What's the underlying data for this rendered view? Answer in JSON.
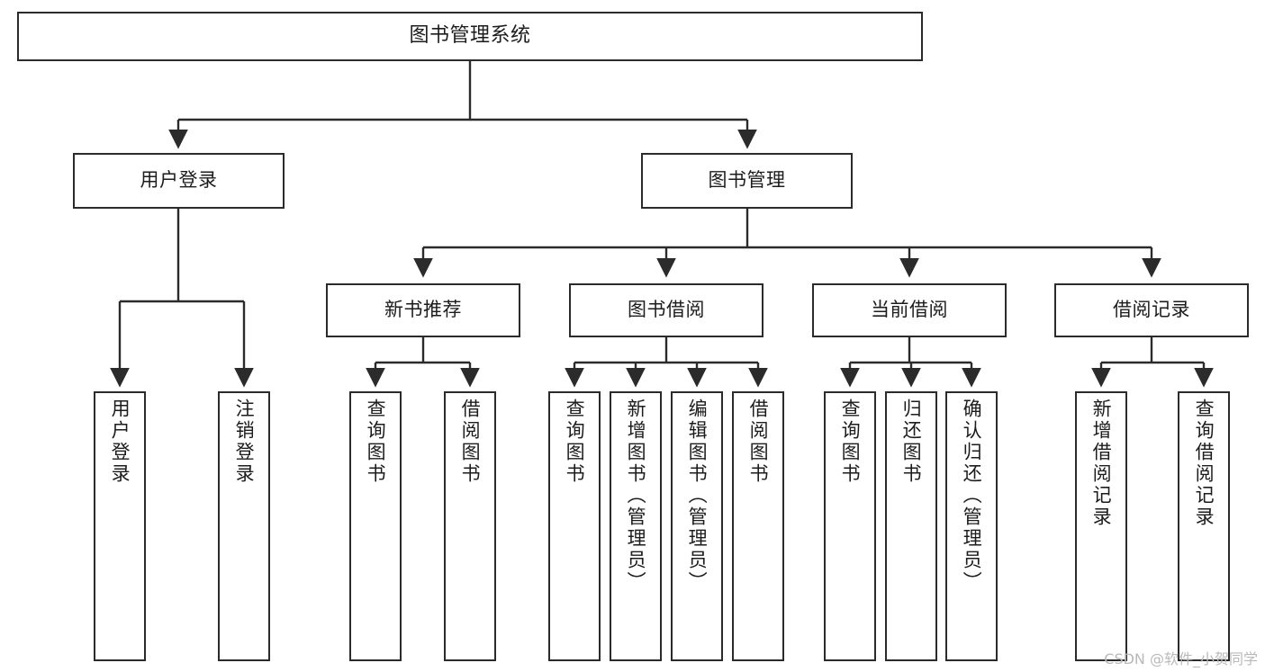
{
  "diagram": {
    "title": "图书管理系统",
    "watermark": "CSDN @软件_小贺同学",
    "colors": {
      "box_border": "#2b2b2b",
      "box_fill": "#ffffff",
      "connector": "#2b2b2b",
      "text": "#1c1c1c",
      "watermark": "#b9b9b9",
      "background": "#ffffff"
    },
    "levels": {
      "level1": "系统",
      "level2": "模块",
      "level3": "子模块",
      "level4": "功能"
    },
    "nodes": {
      "root": {
        "label": "图书管理系统",
        "level": 1,
        "orientation": "horizontal"
      },
      "user_login": {
        "label": "用户登录",
        "level": 2,
        "orientation": "horizontal"
      },
      "book_manage": {
        "label": "图书管理",
        "level": 2,
        "orientation": "horizontal"
      },
      "new_book_rec": {
        "label": "新书推荐",
        "level": 3,
        "orientation": "horizontal"
      },
      "book_borrow": {
        "label": "图书借阅",
        "level": 3,
        "orientation": "horizontal"
      },
      "current_borrow": {
        "label": "当前借阅",
        "level": 3,
        "orientation": "horizontal"
      },
      "borrow_record": {
        "label": "借阅记录",
        "level": 3,
        "orientation": "horizontal"
      },
      "leaf_user_login": {
        "label": "用户登录",
        "level": 4,
        "orientation": "vertical"
      },
      "leaf_logout": {
        "label": "注销登录",
        "level": 4,
        "orientation": "vertical"
      },
      "leaf_query_book_rec": {
        "label": "查询图书",
        "level": 4,
        "orientation": "vertical"
      },
      "leaf_borrow_book_rec": {
        "label": "借阅图书",
        "level": 4,
        "orientation": "vertical"
      },
      "leaf_query_book_borrow": {
        "label": "查询图书",
        "level": 4,
        "orientation": "vertical"
      },
      "leaf_add_book": {
        "label": "新增图书（管理员）",
        "level": 4,
        "orientation": "vertical"
      },
      "leaf_edit_book": {
        "label": "编辑图书（管理员）",
        "level": 4,
        "orientation": "vertical"
      },
      "leaf_borrow_book": {
        "label": "借阅图书",
        "level": 4,
        "orientation": "vertical"
      },
      "leaf_query_book_cur": {
        "label": "查询图书",
        "level": 4,
        "orientation": "vertical"
      },
      "leaf_return_book": {
        "label": "归还图书",
        "level": 4,
        "orientation": "vertical"
      },
      "leaf_confirm_return": {
        "label": "确认归还（管理员）",
        "level": 4,
        "orientation": "vertical"
      },
      "leaf_add_record": {
        "label": "新增借阅记录",
        "level": 4,
        "orientation": "vertical"
      },
      "leaf_query_record": {
        "label": "查询借阅记录",
        "level": 4,
        "orientation": "vertical"
      }
    },
    "edges": [
      {
        "from": "root",
        "to": "user_login"
      },
      {
        "from": "root",
        "to": "book_manage"
      },
      {
        "from": "user_login",
        "to": "leaf_user_login"
      },
      {
        "from": "user_login",
        "to": "leaf_logout"
      },
      {
        "from": "book_manage",
        "to": "new_book_rec"
      },
      {
        "from": "book_manage",
        "to": "book_borrow"
      },
      {
        "from": "book_manage",
        "to": "current_borrow"
      },
      {
        "from": "book_manage",
        "to": "borrow_record"
      },
      {
        "from": "new_book_rec",
        "to": "leaf_query_book_rec"
      },
      {
        "from": "new_book_rec",
        "to": "leaf_borrow_book_rec"
      },
      {
        "from": "book_borrow",
        "to": "leaf_query_book_borrow"
      },
      {
        "from": "book_borrow",
        "to": "leaf_add_book"
      },
      {
        "from": "book_borrow",
        "to": "leaf_edit_book"
      },
      {
        "from": "book_borrow",
        "to": "leaf_borrow_book"
      },
      {
        "from": "current_borrow",
        "to": "leaf_query_book_cur"
      },
      {
        "from": "current_borrow",
        "to": "leaf_return_book"
      },
      {
        "from": "current_borrow",
        "to": "leaf_confirm_return"
      },
      {
        "from": "borrow_record",
        "to": "leaf_add_record"
      },
      {
        "from": "borrow_record",
        "to": "leaf_query_record"
      }
    ]
  }
}
